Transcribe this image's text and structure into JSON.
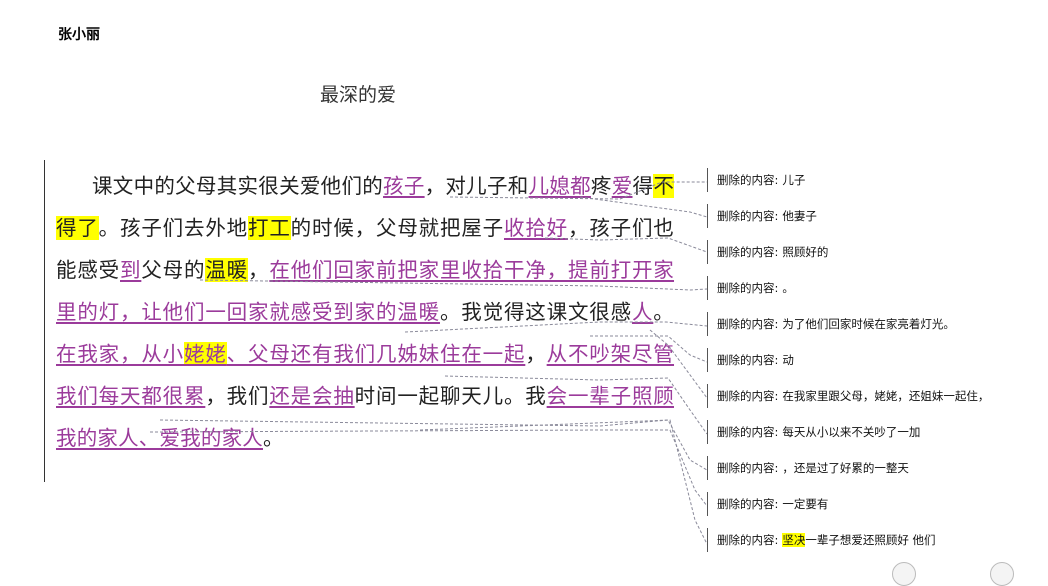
{
  "document": {
    "author": "张小丽",
    "title": "最深的爱",
    "body": {
      "p1": "课文中的父母其实很关爱他们的",
      "ins1": "孩子",
      "p2": "，对儿子和",
      "ins2": "儿媳都",
      "p3": "疼",
      "ins3": "爱",
      "p4": "得",
      "hl1": "不得了",
      "p5": "。孩子们去外地",
      "hl2": "打工",
      "p6": "的时候，父母就把屋子",
      "ins4": "收拾好",
      "p7": "，孩子们也能感受",
      "ins5": "到",
      "p8": "父母的",
      "hl3": "温暖",
      "p9": "，",
      "ins6": "在他们回家前把家里收拾干净，提前打开家里的灯，让他们一回家就感受到家的温暖",
      "p10": "。我觉得这课文很感",
      "ins7": "人",
      "p11": "。",
      "ins8a": "在我家，从小",
      "ins8hl": "姥姥",
      "ins8b": "、父母还有我们几姊妹住在一起",
      "p12": "，",
      "ins9": "从不吵架尽管我们每天都很累",
      "p13": "，我们",
      "ins10": "还是会抽",
      "p14": "时间一起聊天儿。我",
      "ins11": "会一辈子照顾我的家人、爱我的家人",
      "p15": "。"
    }
  },
  "comments": {
    "label": "删除的内容:",
    "items": [
      {
        "text": "儿子"
      },
      {
        "text": "他妻子"
      },
      {
        "text": "照顾好的"
      },
      {
        "text": "。"
      },
      {
        "text": "为了他们回家时候在家亮着灯光。"
      },
      {
        "text": "动"
      },
      {
        "text": "在我家里跟父母，姥姥，还姐妹一起住，"
      },
      {
        "text": "每天从小以来不关吵了一加"
      },
      {
        "text": "，还是过了好累的一整天"
      },
      {
        "text": "一定要有"
      },
      {
        "text_hl": "坚决",
        "text": "一辈子想爱还照顾好 他们"
      }
    ]
  },
  "colors": {
    "insertion": "#9b3b9b",
    "highlight": "#ffff00",
    "leader": "#8a8a9a"
  }
}
